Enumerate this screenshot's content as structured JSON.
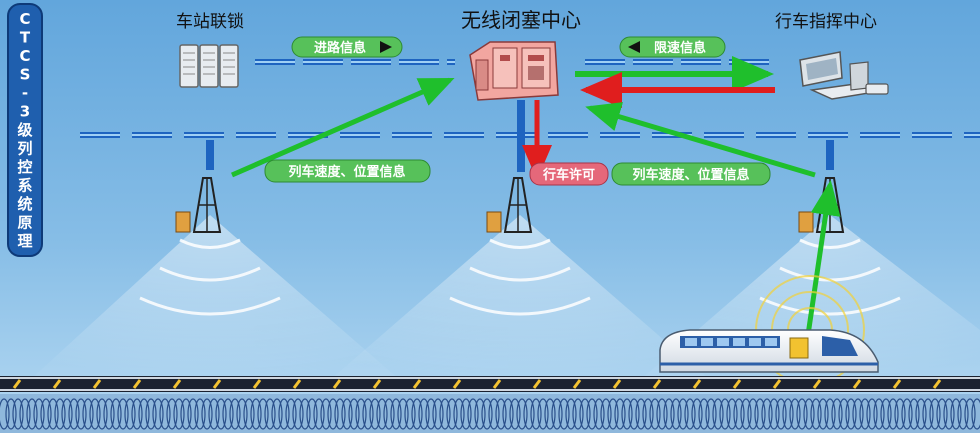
{
  "side_title": {
    "text": "CTCS-3级列控系统原理",
    "chars": [
      "C",
      "T",
      "C",
      "S",
      "-",
      "3",
      "级",
      "列",
      "控",
      "系",
      "统",
      "原",
      "理"
    ]
  },
  "nodes": {
    "interlocking": "车站联锁",
    "rbc": "无线闭塞中心",
    "dispatch": "行车指挥中心"
  },
  "labels": {
    "route_info": "进路信息",
    "speed_limit_info": "限速信息",
    "train_speed_pos_left": "列车速度、位置信息",
    "movement_authority": "行车许可",
    "train_speed_pos_right": "列车速度、位置信息"
  },
  "colors": {
    "sky_top": "#5ea3d9",
    "sky_bottom": "#a9d2ef",
    "side_bar": "#1f5fae",
    "green_arrow": "#1fbf2c",
    "red_arrow": "#e01e1e",
    "network_blue": "#1e64c0",
    "pill_green": "#57c15a",
    "pill_red": "#e5687a",
    "rbc_pink": "#f2a6a0"
  }
}
